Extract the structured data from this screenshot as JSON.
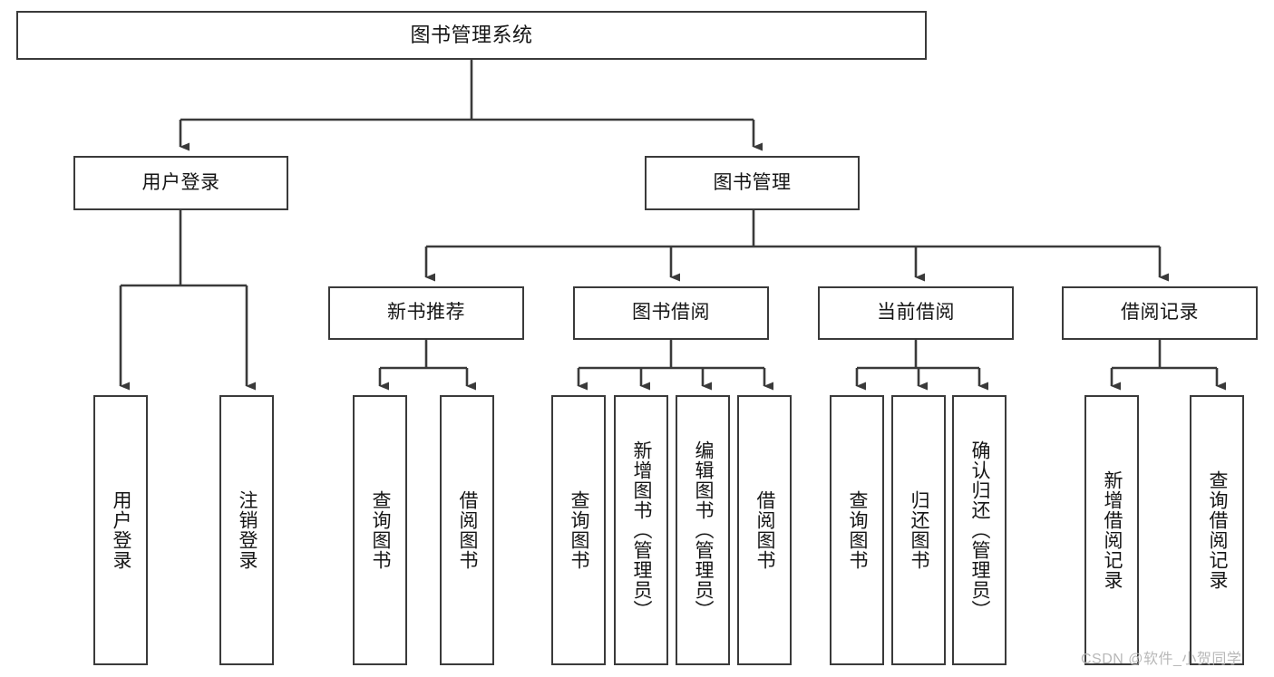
{
  "diagram": {
    "title": "图书管理系统",
    "type": "tree-hierarchy",
    "root": {
      "label": "图书管理系统"
    },
    "level2": [
      {
        "label": "用户登录"
      },
      {
        "label": "图书管理"
      }
    ],
    "level3": [
      {
        "label": "新书推荐"
      },
      {
        "label": "图书借阅"
      },
      {
        "label": "当前借阅"
      },
      {
        "label": "借阅记录"
      }
    ],
    "leaves": {
      "user_login": [
        {
          "label": "用户登录"
        },
        {
          "label": "注销登录"
        }
      ],
      "new_book_recommend": [
        {
          "label": "查询图书"
        },
        {
          "label": "借阅图书"
        }
      ],
      "book_borrow": [
        {
          "label": "查询图书"
        },
        {
          "label": "新增图书（管理员）"
        },
        {
          "label": "编辑图书（管理员）"
        },
        {
          "label": "借阅图书"
        }
      ],
      "current_borrow": [
        {
          "label": "查询图书"
        },
        {
          "label": "归还图书"
        },
        {
          "label": "确认归还（管理员）"
        }
      ],
      "borrow_record": [
        {
          "label": "新增借阅记录"
        },
        {
          "label": "查询借阅记录"
        }
      ]
    }
  },
  "watermark": {
    "text": "CSDN @软件_小贺同学"
  },
  "colors": {
    "box_border": "#3a3a3a",
    "connector": "#3a3a3a",
    "text": "#151515",
    "background": "#ffffff",
    "watermark": "#b8b8b8"
  }
}
